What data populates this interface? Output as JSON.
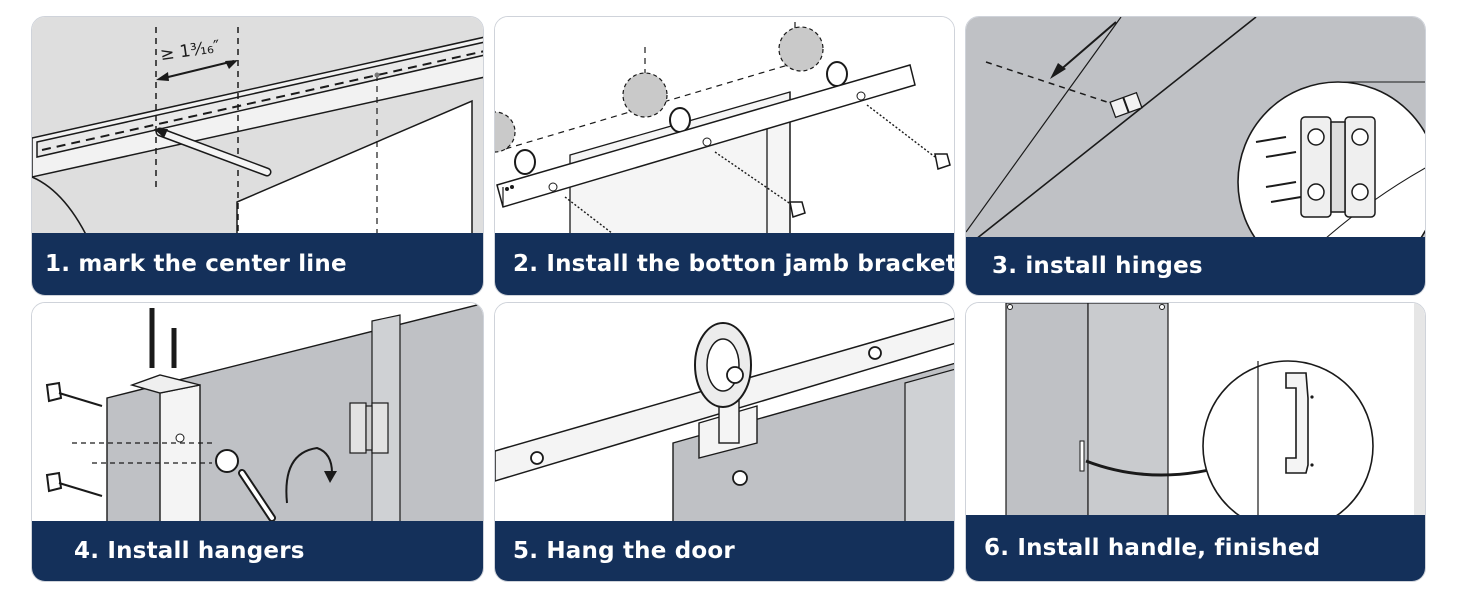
{
  "colors": {
    "banner": "#14305a",
    "banner_text": "#ffffff",
    "wall_gray": "#bfc1c5",
    "line": "#1a1a1a"
  },
  "steps": [
    {
      "label": "1. mark the center line",
      "annotation": "≥ 1³⁄₁₆″"
    },
    {
      "label": "2. Install the botton jamb bracket"
    },
    {
      "label": "3. install hinges"
    },
    {
      "label": "4. Install hangers"
    },
    {
      "label": "5. Hang the door"
    },
    {
      "label": "6. Install handle, finished"
    }
  ]
}
